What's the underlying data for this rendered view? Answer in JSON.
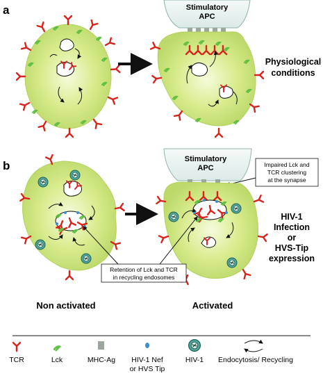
{
  "panels": {
    "a": {
      "letter": "a",
      "apc_label_line1": "Stimulatory",
      "apc_label_line2": "APC",
      "condition_line1": "Physiological",
      "condition_line2": "conditions"
    },
    "b": {
      "letter": "b",
      "apc_label_line1": "Stimulatory",
      "apc_label_line2": "APC",
      "synapse_note_line1": "Impaired Lck and",
      "synapse_note_line2": "TCR clustering",
      "synapse_note_line3": "at the synapse",
      "condition_line1": "HIV-1",
      "condition_line2": "Infection",
      "condition_line3": "or",
      "condition_line4": "HVS-Tip",
      "condition_line5": "expression",
      "retention_note_line1": "Retention of Lck and TCR",
      "retention_note_line2": "in  recycling endosomes",
      "left_caption": "Non activated",
      "right_caption": "Activated"
    }
  },
  "legend": [
    {
      "icon": "tcr-icon",
      "label": "TCR"
    },
    {
      "icon": "lck-icon",
      "label": "Lck"
    },
    {
      "icon": "mhc-ag-icon",
      "label": "MHC-Ag"
    },
    {
      "icon": "nef-tip-icon",
      "label_line1": "HIV-1 Nef",
      "label_line2": "or HVS Tip"
    },
    {
      "icon": "hiv-virion-icon",
      "label": "HIV-1"
    },
    {
      "icon": "recycling-arrows-icon",
      "label": "Endocytosis/ Recycling"
    }
  ],
  "colors": {
    "cell_fill": "#c9e27a",
    "cell_center": "#f4f9d2",
    "tcr": "#d8231c",
    "lck": "#5fbf3f",
    "mhc": "#9aa79a",
    "nef": "#3d8fd0",
    "virion": "#4fa89a",
    "apc": "#e6f0ee"
  }
}
